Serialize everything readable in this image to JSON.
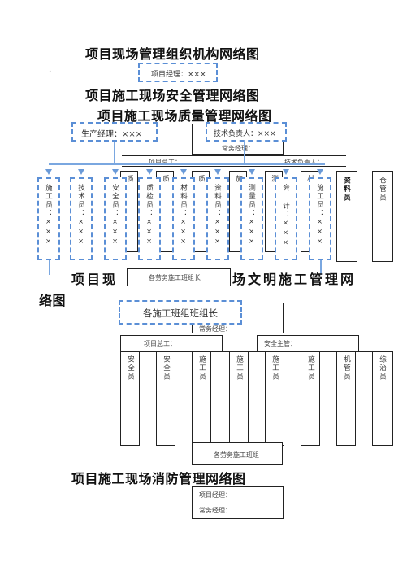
{
  "titles": {
    "t1": "项目现场管理组织机构网络图",
    "dot": ".",
    "t2": "项目施工现场安全管理网络图",
    "t3": "项目施工现场质量管理网络图",
    "t4a": "项目现",
    "t4b": "场文明施工管理网",
    "t4c": "络图",
    "t5": "项目施工现场消防管理网络图"
  },
  "org": {
    "pm": "项目经理：×××",
    "prod_mgr": "生产经理：×××",
    "tech_lead": "技术负责人：×××",
    "exec_mgr": "常务经理：",
    "chief_eng": "项目总工：",
    "tech_lead_short": "技术负责人：",
    "labor_team_leader": "各劳务施工班组长",
    "all_team_leaders": "各施工班组班组长"
  },
  "safety_dashed": [
    "施工员：×××",
    "技术员：×××",
    "安全员：×××",
    "质检员：×××",
    "材料员：×××",
    "资料员：×××",
    "测量员：×××",
    "会 计：×××",
    "施工员：×××"
  ],
  "quality_partial": [
    "质",
    "质",
    "质",
    "施",
    "测",
    "材"
  ],
  "quality_tail": [
    {
      "label": "资料员",
      "bold": true
    },
    {
      "label": "仓管员",
      "bold": false
    }
  ],
  "civil": {
    "exec_mgr": "常务经理：",
    "chief_eng": "项目总工：",
    "safety_chief": "安全主管：",
    "cols": [
      "安全员",
      "安全员",
      "施工员",
      "施工员",
      "施工员",
      "施工员",
      "机管员",
      "综治员"
    ],
    "bottom": "各劳务施工班组"
  },
  "fire": {
    "pm": "项目经理：",
    "exec_mgr": "常务经理："
  }
}
